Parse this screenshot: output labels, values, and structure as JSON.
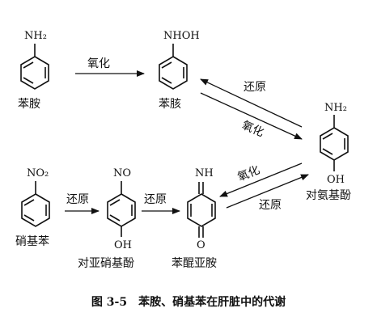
{
  "compounds": {
    "aniline": {
      "name": "苯胺",
      "group": "NH₂"
    },
    "phenylhydroxylamine": {
      "name": "苯胲",
      "group": "NHOH"
    },
    "p_aminophenol": {
      "name": "对氨基酚",
      "group_top": "NH₂",
      "group_bottom": "OH"
    },
    "nitrobenzene": {
      "name": "硝基苯",
      "group": "NO₂"
    },
    "p_nitrosophenol": {
      "name": "对亚硝基酚",
      "group_top": "NO",
      "group_bottom": "OH"
    },
    "benzoquinone_imine": {
      "name": "苯醌亚胺",
      "group_top": "NH",
      "group_bottom": "O"
    }
  },
  "reactions": {
    "oxidation_1": "氧化",
    "reduction_1": "还原",
    "oxidation_2": "氧化",
    "reduction_nitro": "还原",
    "reduction_nitroso": "还原",
    "oxidation_3": "氧化",
    "reduction_2": "还原"
  },
  "caption": "图 3-5　苯胺、硝基苯在肝脏中的代谢"
}
